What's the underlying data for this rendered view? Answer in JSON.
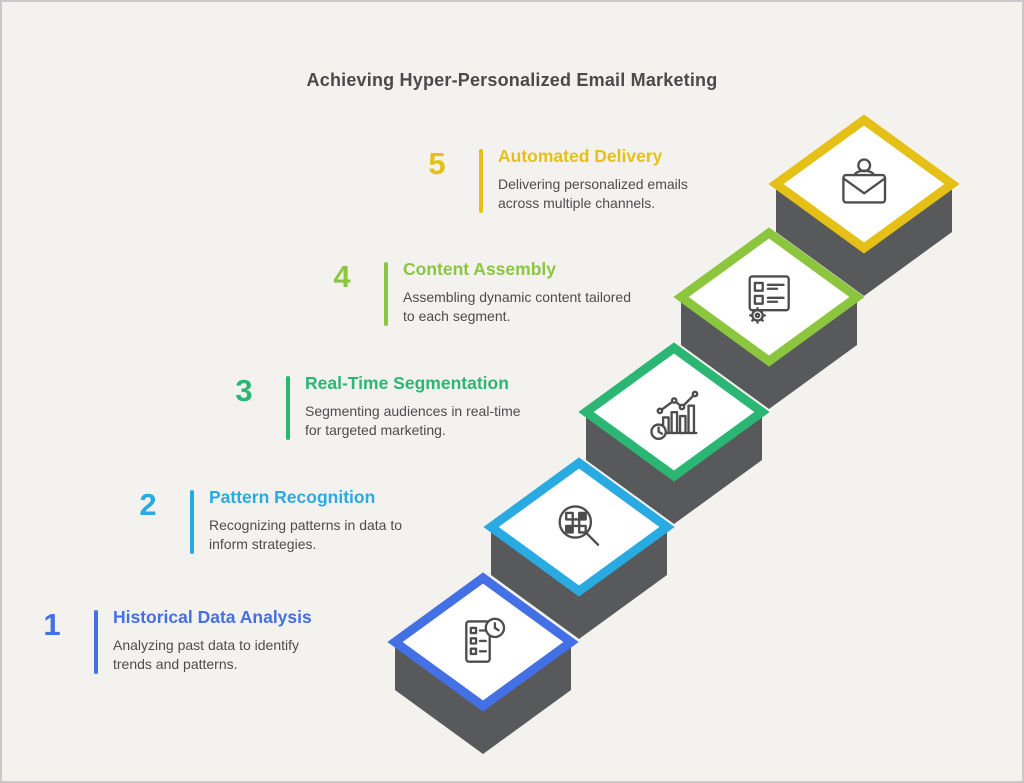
{
  "page": {
    "title": "Achieving Hyper-Personalized Email Marketing",
    "background": "#f4f2ef",
    "border_color": "#c9c9c9",
    "title_color": "#4a4a4a",
    "text_color": "#4d4d4d",
    "shadow_color": "#58595b",
    "icon_color": "#4d4d4d"
  },
  "steps": [
    {
      "number": "1",
      "title": "Historical Data Analysis",
      "description": "Analyzing past data to identify trends and patterns.",
      "color": "#4370e4",
      "icon": "checklist-clock-icon"
    },
    {
      "number": "2",
      "title": "Pattern Recognition",
      "description": "Recognizing patterns in data to inform strategies.",
      "color": "#29abe2",
      "icon": "pattern-search-icon"
    },
    {
      "number": "3",
      "title": "Real-Time Segmentation",
      "description": "Segmenting audiences in real-time for targeted marketing.",
      "color": "#2bb673",
      "icon": "realtime-chart-icon"
    },
    {
      "number": "4",
      "title": "Content Assembly",
      "description": "Assembling dynamic content tailored to each segment.",
      "color": "#8cc63f",
      "icon": "content-window-icon"
    },
    {
      "number": "5",
      "title": "Automated Delivery",
      "description": "Delivering personalized emails across multiple channels.",
      "color": "#e5c117",
      "icon": "email-person-icon"
    }
  ]
}
